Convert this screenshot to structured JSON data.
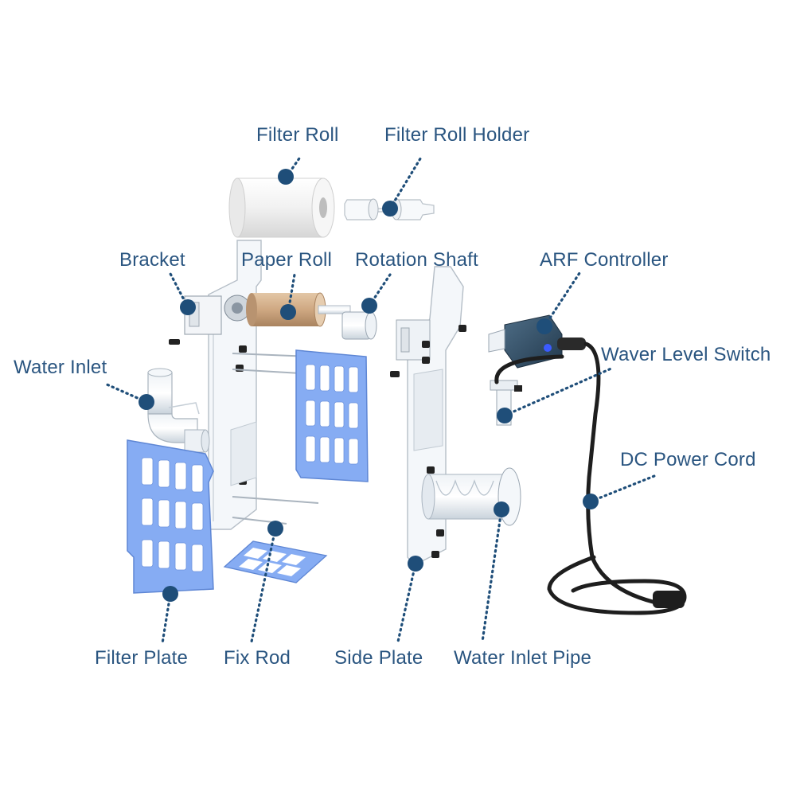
{
  "colors": {
    "label": "#2a5580",
    "marker": "#1f4e79",
    "filter_plate": "#7fa6f2",
    "acrylic": "#f3f6fa",
    "paper_roll": "#d4b08c",
    "controller": "#2c4a63",
    "cord": "#1e1e1e"
  },
  "labels": {
    "filter_roll": "Filter Roll",
    "filter_roll_holder": "Filter Roll Holder",
    "bracket": "Bracket",
    "paper_roll": "Paper Roll",
    "rotation_shaft": "Rotation Shaft",
    "arf_controller": "ARF Controller",
    "water_inlet": "Water Inlet",
    "waver_level_switch": "Waver Level Switch",
    "dc_power_cord": "DC Power Cord",
    "filter_plate": "Filter Plate",
    "fix_rod": "Fix Rod",
    "side_plate": "Side Plate",
    "water_inlet_pipe": "Water Inlet Pipe"
  }
}
